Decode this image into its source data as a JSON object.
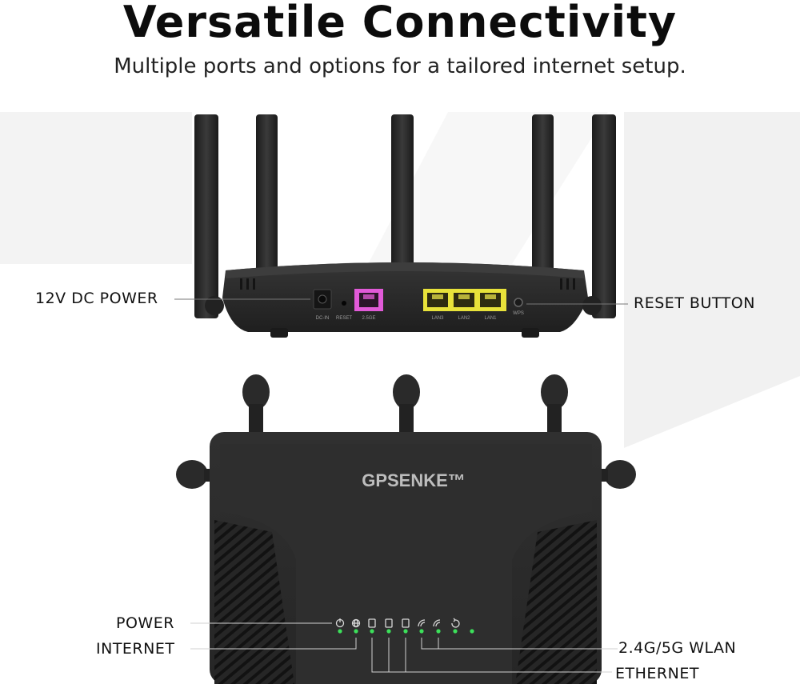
{
  "header": {
    "title": "Versatile Connectivity",
    "subtitle": "Multiple ports and options for a tailored internet setup."
  },
  "back_panel": {
    "port_labels": [
      "DC-IN",
      "RESET",
      "2.5GE",
      "LAN3",
      "LAN2",
      "LAN1",
      "WPS"
    ],
    "callouts": {
      "power": "12V DC POWER",
      "reset": "RESET BUTTON"
    },
    "colors": {
      "wan_port": "#e15ad8",
      "lan_port": "#e8e23a",
      "body": "#2a2a2a"
    }
  },
  "top_panel": {
    "brand": "GPSENKE™",
    "indicator_icons": [
      "power-icon",
      "globe-icon",
      "lan1-icon",
      "lan2-icon",
      "lan3-icon",
      "wifi-2g-icon",
      "wifi-5g-icon",
      "wps-icon"
    ],
    "led_color": "#3ce05a",
    "callouts": {
      "power": "POWER",
      "internet": "INTERNET",
      "wlan": "2.4G/5G WLAN",
      "ethernet": "ETHERNET"
    }
  }
}
